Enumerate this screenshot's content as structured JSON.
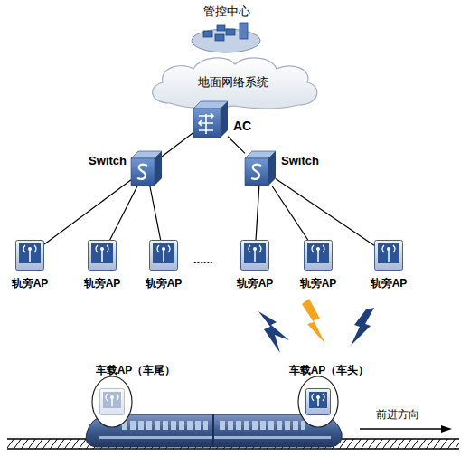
{
  "diagram": {
    "nodes": [
      {
        "text": [
          "管控中心"
        ]
      },
      {
        "text": [
          "地面网络系统"
        ]
      },
      {
        "text": [
          "AC"
        ]
      },
      {
        "text": [
          "Switch"
        ]
      },
      {
        "text": [
          "Switch"
        ]
      },
      {
        "text": [
          "轨旁AP"
        ]
      },
      {
        "text": [
          "轨旁AP"
        ]
      },
      {
        "text": [
          "轨旁AP"
        ]
      },
      {
        "text": [
          "轨旁AP"
        ]
      },
      {
        "text": [
          "轨旁AP"
        ]
      },
      {
        "text": [
          "轨旁AP"
        ]
      },
      {
        "text": [
          "车载AP（车尾）"
        ]
      },
      {
        "text": [
          "车载AP（车头）"
        ]
      }
    ],
    "edges": [
      {
        "from": 2,
        "to": 3,
        "arrow": "none"
      },
      {
        "from": 2,
        "to": 4,
        "arrow": "none"
      },
      {
        "from": 3,
        "to": 5,
        "arrow": "none"
      },
      {
        "from": 3,
        "to": 6,
        "arrow": "none"
      },
      {
        "from": 3,
        "to": 7,
        "arrow": "none"
      },
      {
        "from": 4,
        "to": 8,
        "arrow": "none"
      },
      {
        "from": 4,
        "to": 9,
        "arrow": "none"
      },
      {
        "from": 4,
        "to": 10,
        "arrow": "none"
      }
    ],
    "labels": [
      "......",
      "前进方向"
    ]
  }
}
